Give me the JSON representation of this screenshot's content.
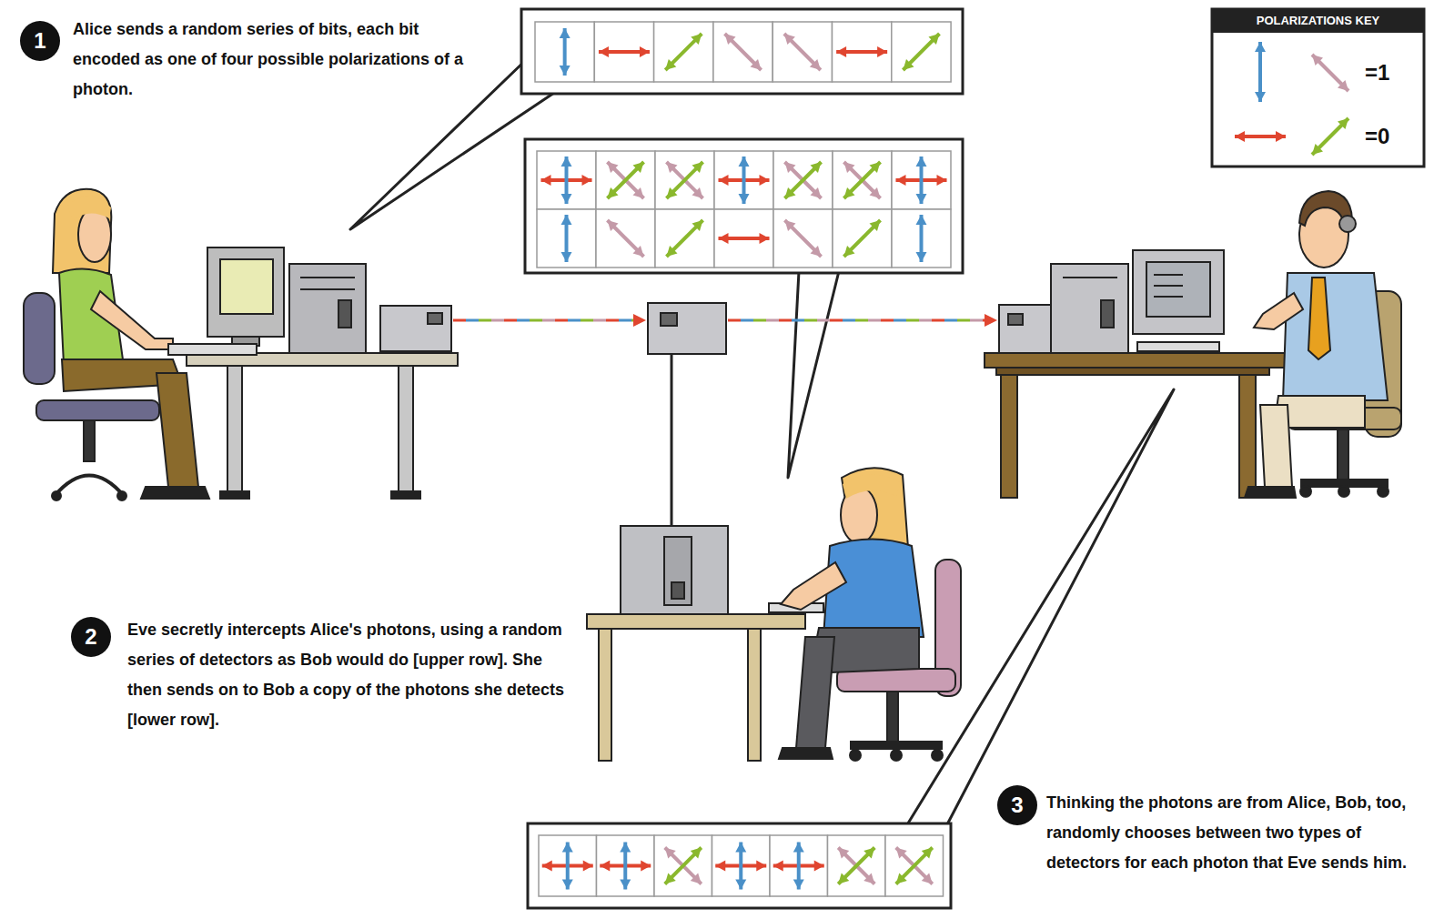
{
  "diagram": {
    "nodes": [
      {
        "text": [
          "1"
        ]
      },
      {
        "text": [
          "2"
        ]
      },
      {
        "text": [
          "3"
        ]
      }
    ],
    "labels": [
      "Alice sends a random series of bits, each bit encoded as one of four possible polarizations of a photon.",
      "Eve secretly intercepts Alice's photons, using a random series of detectors as Bob would do [upper row]. She then sends on to Bob a copy of the photons she detects [lower row].",
      "Thinking the photons are from Alice, Bob, too, randomly chooses between two types of detectors for each photon that Eve sends him.",
      "POLARIZATIONS KEY"
    ],
    "legend": [
      {
        "text": "=1"
      },
      {
        "text": "=0"
      }
    ]
  }
}
